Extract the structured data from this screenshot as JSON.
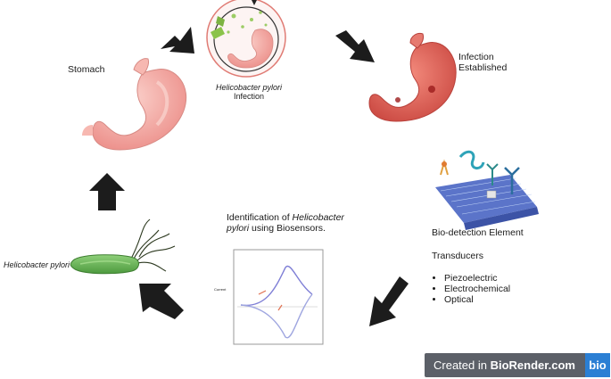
{
  "labels": {
    "stomach": "Stomach",
    "infection_species": "Helicobacter pylori",
    "infection_word": "Infection",
    "established_1": "Infection",
    "established_2": "Established",
    "bacterium": "Helicobacter pylori",
    "ident_prefix": "Identification of ",
    "ident_species": "Helicobacter",
    "ident_line2_species": "pylori",
    "ident_suffix": " using Biosensors.",
    "biodetection": "Bio-detection Element",
    "transducers_title": "Transducers",
    "transducers": [
      "Piezoelectric",
      "Electrochemical",
      "Optical"
    ],
    "cv_axis": "Current"
  },
  "badge": {
    "prefix": "Created in ",
    "brand": "BioRender.com",
    "logo": "bio"
  },
  "colors": {
    "arrow": "#1c1c1c",
    "stomach_pink": "#f2a5a0",
    "stomach_infected": "#d94f4f",
    "bacterium_green": "#5aa84a",
    "cv_curve": "#7f7fd6",
    "badge_bg": "#5c6068",
    "badge_logo": "#2b7fd4"
  }
}
